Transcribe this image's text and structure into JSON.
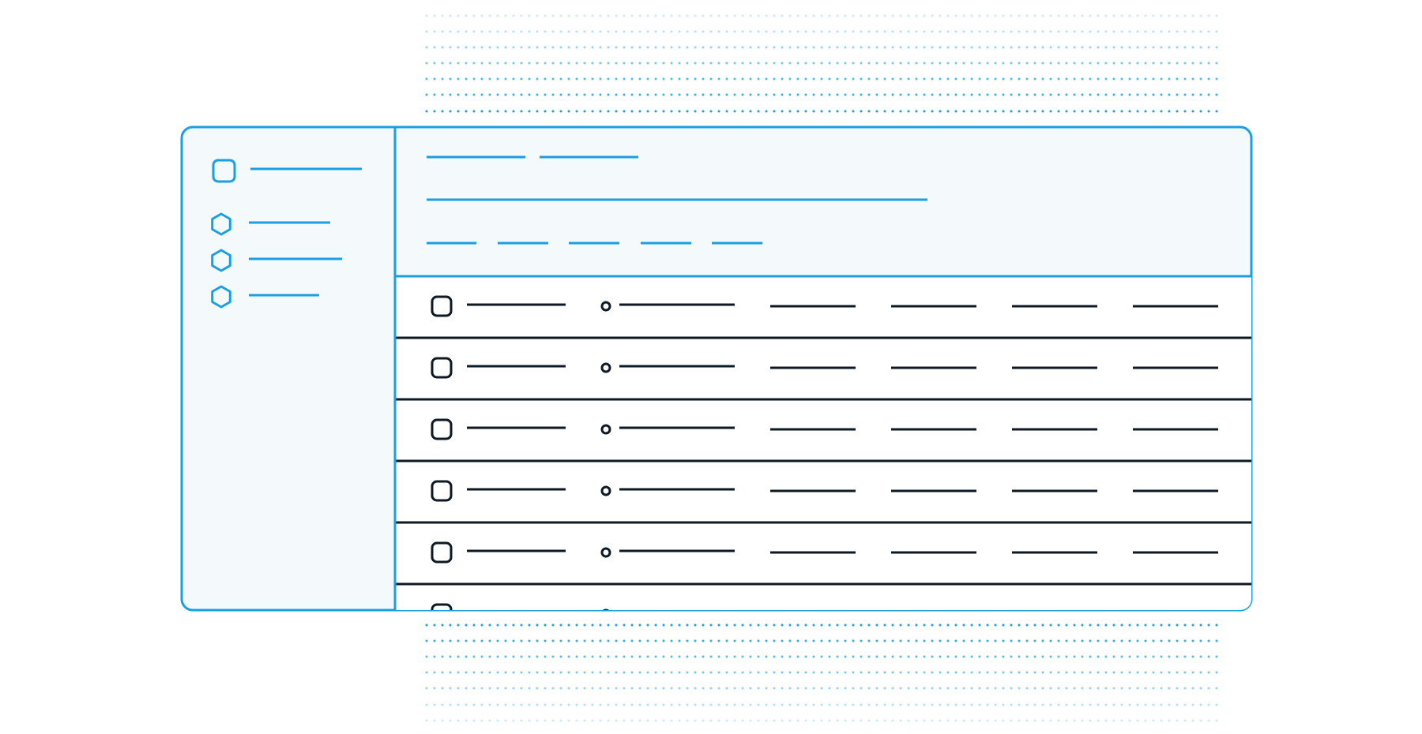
{
  "colors": {
    "accent": "#1aa0e0",
    "panel_fill": "#f4f9fc",
    "row_stroke": "#0d1a26",
    "background": "#ffffff",
    "dots": "#1aa0e0"
  },
  "sidebar": {
    "logo_icon": "rounded-square-icon",
    "item_icon": "hexagon-icon",
    "item_count": 3
  },
  "header": {
    "tab_placeholders": 2,
    "title_placeholders": 1,
    "filter_placeholders": 5
  },
  "table": {
    "row_icon": "checkbox-icon",
    "status_icon": "status-dot-icon",
    "visible_rows": 5,
    "partial_rows": 1,
    "value_columns": 4
  }
}
